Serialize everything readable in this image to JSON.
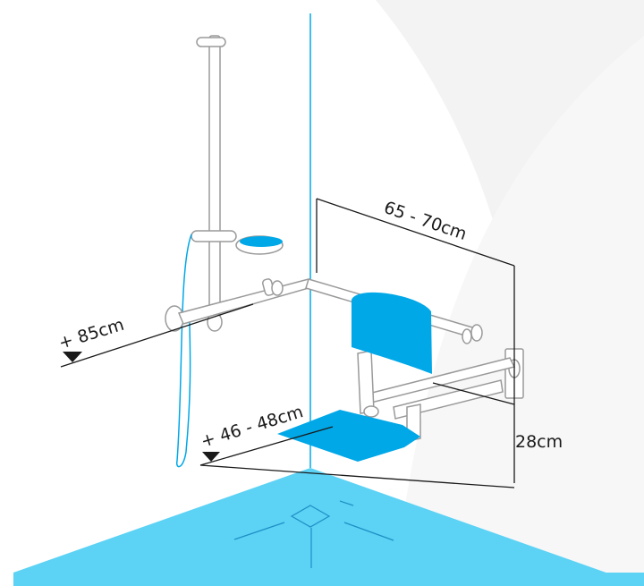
{
  "colors": {
    "accent": "#00a8e8",
    "floor": "#5cd2f5",
    "wall_shade": "#f2f2f2",
    "fixture_outline": "#9a9a9a",
    "dimension_line": "#1a1a1a"
  },
  "dimensions": {
    "grab_bar_height": "+ 85cm",
    "seat_height": "+ 46 - 48cm",
    "seat_width": "65 - 70cm",
    "seat_drop": "28cm"
  },
  "icons": [
    "level-marker-icon",
    "floor-drain-icon"
  ]
}
